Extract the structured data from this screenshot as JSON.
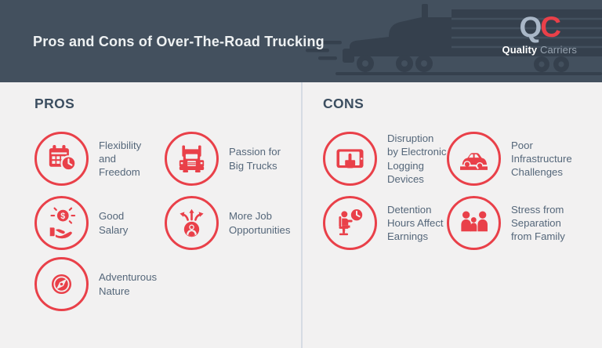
{
  "header": {
    "title": "Pros and Cons of Over-The-Road Trucking",
    "logo": {
      "letter_q": "Q",
      "letter_c": "C",
      "name_primary": "Quality",
      "name_secondary": "Carriers"
    }
  },
  "pros": {
    "heading": "PROS",
    "items": [
      {
        "icon": "calendar-clock",
        "label": "Flexibility\nand\nFreedom"
      },
      {
        "icon": "semi-truck",
        "label": "Passion for\nBig Trucks"
      },
      {
        "icon": "hand-dollar-coin",
        "label": "Good\nSalary"
      },
      {
        "icon": "person-branching-arrows",
        "label": "More Job\nOpportunities"
      },
      {
        "icon": "compass",
        "label": "Adventurous\nNature"
      }
    ]
  },
  "cons": {
    "heading": "CONS",
    "items": [
      {
        "icon": "tablet-touch-hand",
        "label": "Disruption\nby Electronic\nLogging\nDevices"
      },
      {
        "icon": "car-pothole-road",
        "label": "Poor\nInfrastructure\nChallenges"
      },
      {
        "icon": "seated-person-clock",
        "label": "Detention\nHours Affect\nEarnings"
      },
      {
        "icon": "family-group",
        "label": "Stress from\nSeparation\nfrom Family"
      }
    ]
  },
  "colors": {
    "accent_red": "#e94049",
    "header_background": "#43505e",
    "truck_silhouette": "#343f4c",
    "body_background": "#f2f1f1",
    "heading_text": "#3c4e60",
    "label_text": "#55677a",
    "divider": "#d6dbe3",
    "logo_q": "#a9b7c7",
    "logo_carriers": "#97a3b0"
  }
}
